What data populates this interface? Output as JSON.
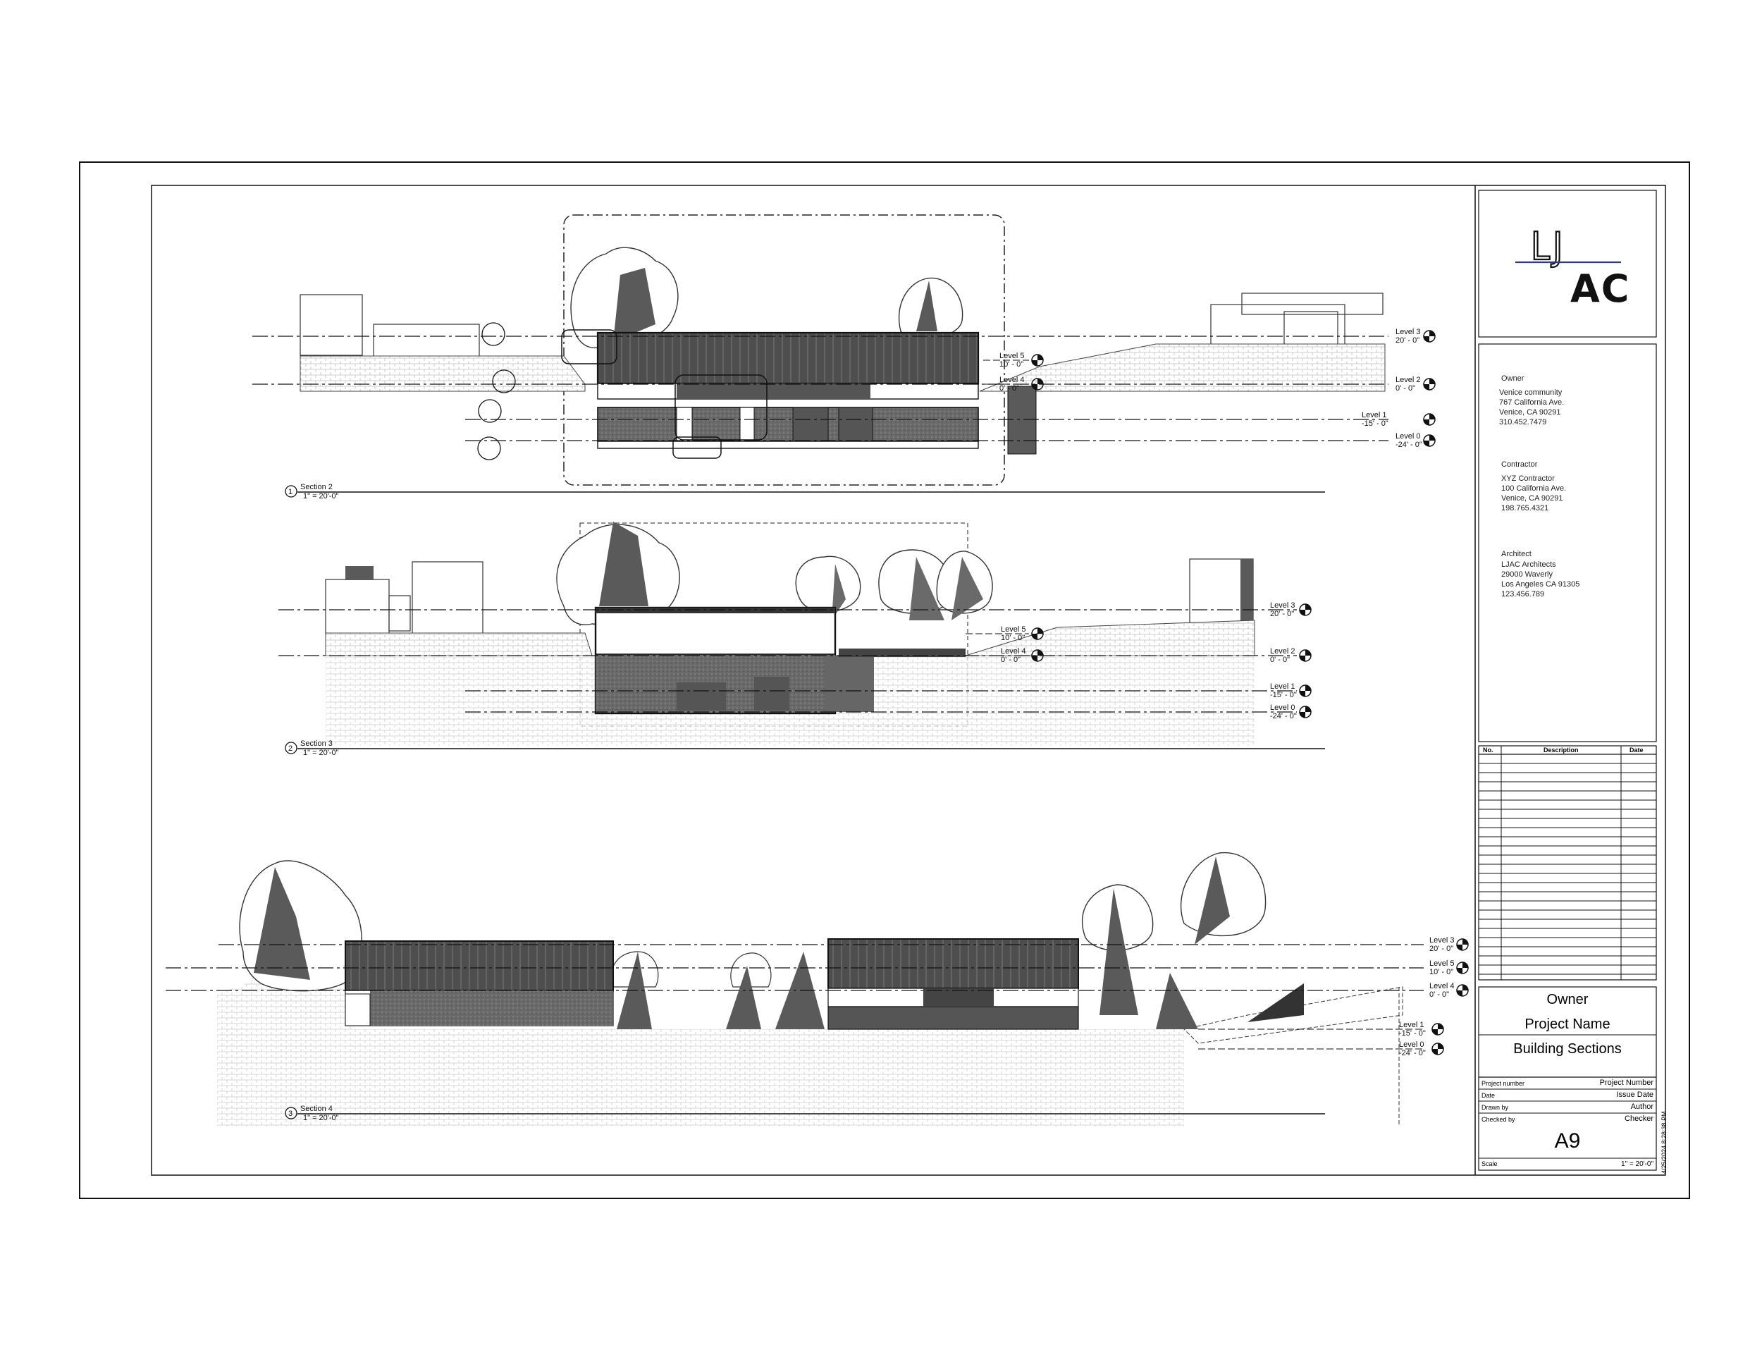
{
  "logo": {
    "top": "LJ",
    "bottom": "AC"
  },
  "contacts": [
    {
      "role": "Owner",
      "lines": [
        "Venice community",
        "767 California Ave.",
        "Venice, CA 90291",
        "310.452.7479"
      ]
    },
    {
      "role": "Contractor",
      "lines": [
        "XYZ Contractor",
        "100 California Ave.",
        "Venice, CA 90291",
        "198.765.4321"
      ]
    },
    {
      "role": "Architect",
      "lines": [
        "LJAC Architects",
        "29000 Waverly",
        "Los Angeles CA 91305",
        "123.456.789"
      ]
    }
  ],
  "revisions": {
    "headers": [
      "No.",
      "Description",
      "Date"
    ]
  },
  "project": {
    "owner": "Owner",
    "name": "Project Name",
    "sheet_title": "Building Sections"
  },
  "info": [
    {
      "label": "Project number",
      "value": "Project Number"
    },
    {
      "label": "Date",
      "value": "Issue Date"
    },
    {
      "label": "Drawn by",
      "value": "Author"
    },
    {
      "label": "Checked by",
      "value": "Checker"
    }
  ],
  "sheet_number": "A9",
  "scale": {
    "label": "Scale",
    "value": "1\" = 20'-0\""
  },
  "timestamp": "4/25/2024 8:28:38 PM",
  "sections": [
    {
      "num": "1",
      "title": "Section 2",
      "scale": "1\" = 20'-0\""
    },
    {
      "num": "2",
      "title": "Section 3",
      "scale": "1\" = 20'-0\""
    },
    {
      "num": "3",
      "title": "Section 4",
      "scale": "1\" = 20'-0\""
    }
  ],
  "levels": {
    "level3": {
      "name": "Level 3",
      "elev": "20' - 0\""
    },
    "level2": {
      "name": "Level 2",
      "elev": "0' - 0\""
    },
    "level1": {
      "name": "Level 1",
      "elev": "-15' - 0\""
    },
    "level0": {
      "name": "Level 0",
      "elev": "-24' - 0\""
    },
    "level5": {
      "name": "Level 5",
      "elev": "10' - 0\""
    },
    "level4": {
      "name": "Level 4",
      "elev": "0' - 0\""
    }
  },
  "colors": {
    "fill_dark": "#5a5a5a",
    "fill_mid": "#8a8a8a",
    "line": "#111111",
    "accent": "#2b3a8f"
  }
}
